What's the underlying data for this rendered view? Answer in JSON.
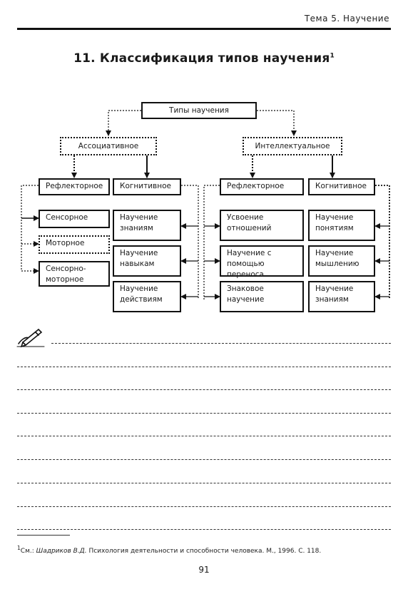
{
  "header": {
    "running_title": "Тема 5. Научение"
  },
  "title": {
    "text": "11. Классификация типов научения",
    "footnote_mark": "1"
  },
  "diagram": {
    "root": "Типы научения",
    "associative": {
      "label": "Ассоциативное",
      "reflex": {
        "label": "Рефлекторное",
        "items": [
          "Сенсорное",
          "Моторное",
          "Сенсорно-моторное"
        ]
      },
      "cognitive": {
        "label": "Когнитивное",
        "items": [
          "Научение знаниям",
          "Научение навыкам",
          "Научение действиям"
        ]
      }
    },
    "intellectual": {
      "label": "Интеллектуальное",
      "reflex": {
        "label": "Рефлекторное",
        "items": [
          "Усвоение отношений",
          "Научение с помощью переноса",
          "Знаковое научение"
        ]
      },
      "cognitive": {
        "label": "Когнитивное",
        "items": [
          "Научение понятиям",
          "Научение мышлению",
          "Научение знаниям"
        ]
      }
    }
  },
  "footnote": {
    "mark": "1",
    "prefix": "См.: ",
    "author": "Шадриков В.Д.",
    "rest": " Психология деятельности и способности человека. М., 1996. С. 118."
  },
  "page_number": "91"
}
